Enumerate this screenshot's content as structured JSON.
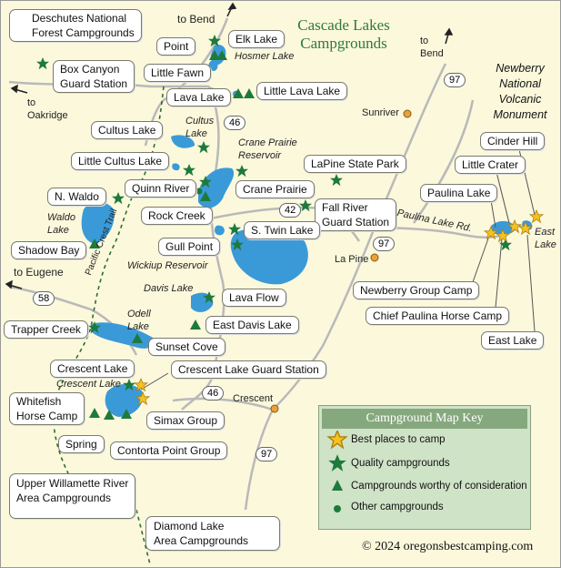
{
  "title": {
    "line1": "Cascade Lakes",
    "line2": "Campgrounds"
  },
  "monument": {
    "line1": "Newberry",
    "line2": "National",
    "line3": "Volcanic",
    "line4": "Monument"
  },
  "boxes": {
    "deschutes": "Deschutes National\nForest Campgrounds",
    "box_canyon": "Box Canyon\nGuard Station",
    "point": "Point",
    "elk_lake": "Elk Lake",
    "little_fawn": "Little Fawn",
    "lava_lake": "Lava Lake",
    "little_lava_lake": "Little Lava Lake",
    "cultus_lake": "Cultus Lake",
    "little_cultus_lake": "Little Cultus Lake",
    "lapine_state_park": "LaPine State Park",
    "quinn_river": "Quinn River",
    "crane_prairie": "Crane Prairie",
    "n_waldo": "N. Waldo",
    "fall_river": "Fall River\nGuard Station",
    "rock_creek": "Rock Creek",
    "s_twin_lake": "S. Twin Lake",
    "shadow_bay": "Shadow Bay",
    "gull_point": "Gull Point",
    "lava_flow": "Lava Flow",
    "trapper_creek": "Trapper Creek",
    "east_davis_lake": "East Davis Lake",
    "sunset_cove": "Sunset Cove",
    "crescent_lake": "Crescent Lake",
    "crescent_guard": "Crescent Lake Guard Station",
    "whitefish": "Whitefish\nHorse Camp",
    "simax": "Simax Group",
    "spring": "Spring",
    "contorta": "Contorta Point Group",
    "upper_willamette": "Upper Willamette River\nArea Campgrounds",
    "diamond_lake": "Diamond Lake\nArea Campgrounds",
    "cinder_hill": "Cinder Hill",
    "little_crater": "Little Crater",
    "paulina_lake": "Paulina Lake",
    "newberry_group": "Newberry Group Camp",
    "chief_paulina": "Chief Paulina Horse Camp",
    "east_lake": "East Lake"
  },
  "labels": {
    "to_bend_1": "to Bend",
    "hosmer_lake": "Hosmer Lake",
    "to_oakridge": "to\nOakridge",
    "cultus_lake_it": "Cultus\nLake",
    "crane_reservoir": "Crane Prairie\nReservoir",
    "to_bend_2": "to\nBend",
    "sunriver": "Sunriver",
    "waldo_lake": "Waldo\nLake",
    "wickiup": "Wickiup Reservoir",
    "to_eugene": "to Eugene",
    "pct": "Pacific Crest Trail",
    "la_pine": "La Pine",
    "davis_lake": "Davis Lake",
    "odell_lake": "Odell\nLake",
    "crescent_lake_it": "Crescent Lake",
    "crescent": "Crescent",
    "paulina_rd": "Paulina Lake Rd.",
    "east_lake_it": "East\nLake"
  },
  "shields": {
    "h97a": "97",
    "h46a": "46",
    "h42": "42",
    "h97b": "97",
    "h58": "58",
    "h46b": "46",
    "h97c": "97"
  },
  "key": {
    "title": "Campground Map Key",
    "best": "Best places to camp",
    "quality": "Quality campgrounds",
    "worthy": "Campgrounds worthy of consideration",
    "other": "Other campgrounds"
  },
  "copyright": "© 2024 oregonsbestcamping.com",
  "colors": {
    "background": "#fbf8dc",
    "water": "#3a9ad8",
    "road": "#b9b9b9",
    "green": "#1e7a3c",
    "star_yellow": "#f6c21f",
    "key_bg": "#cfe3c7",
    "key_header": "#86a87e"
  }
}
